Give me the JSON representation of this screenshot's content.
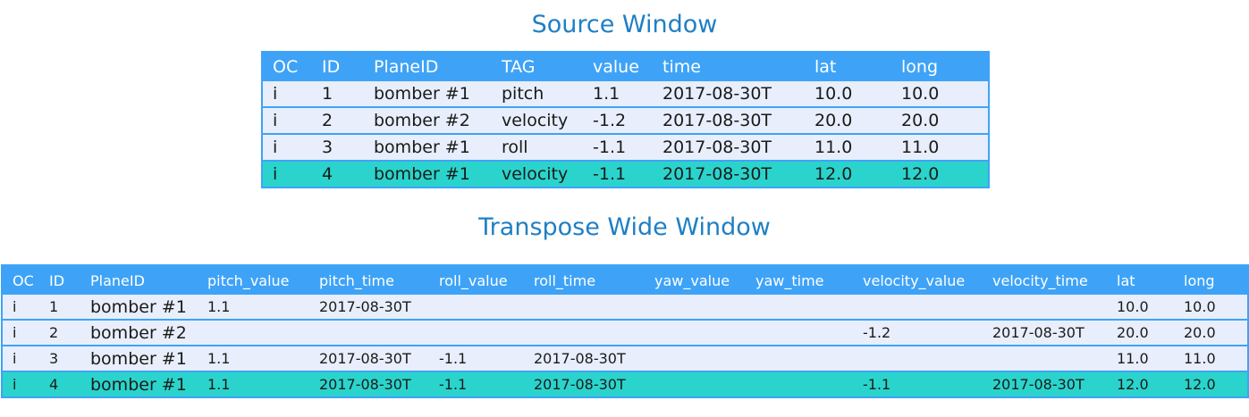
{
  "source_window": {
    "title": "Source Window",
    "columns": [
      "OC",
      "ID",
      "PlaneID",
      "TAG",
      "value",
      "time",
      "lat",
      "long"
    ],
    "rows": [
      [
        "i",
        "1",
        "bomber #1",
        "pitch",
        "1.1",
        "2017-08-30T",
        "10.0",
        "10.0"
      ],
      [
        "i",
        "2",
        "bomber #2",
        "velocity",
        "-1.2",
        "2017-08-30T",
        "20.0",
        "20.0"
      ],
      [
        "i",
        "3",
        "bomber #1",
        "roll",
        "-1.1",
        "2017-08-30T",
        "11.0",
        "11.0"
      ],
      [
        "i",
        "4",
        "bomber #1",
        "velocity",
        "-1.1",
        "2017-08-30T",
        "12.0",
        "12.0"
      ]
    ],
    "highlighted_row": 3
  },
  "transpose_window": {
    "title": "Transpose Wide Window",
    "columns": [
      "OC",
      "ID",
      "PlaneID",
      "pitch_value",
      "pitch_time",
      "roll_value",
      "roll_time",
      "yaw_value",
      "yaw_time",
      "velocity_value",
      "velocity_time",
      "lat",
      "long"
    ],
    "rows": [
      [
        "i",
        "1",
        "bomber #1",
        "1.1",
        "2017-08-30T",
        "",
        "",
        "",
        "",
        "",
        "",
        "10.0",
        "10.0"
      ],
      [
        "i",
        "2",
        "bomber #2",
        "",
        "",
        "",
        "",
        "",
        "",
        "-1.2",
        "2017-08-30T",
        "20.0",
        "20.0"
      ],
      [
        "i",
        "3",
        "bomber #1",
        "1.1",
        "2017-08-30T",
        "-1.1",
        "2017-08-30T",
        "",
        "",
        "",
        "",
        "11.0",
        "11.0"
      ],
      [
        "i",
        "4",
        "bomber #1",
        "1.1",
        "2017-08-30T",
        "-1.1",
        "2017-08-30T",
        "",
        "",
        "-1.1",
        "2017-08-30T",
        "12.0",
        "12.0"
      ]
    ],
    "highlighted_row": 3
  },
  "colors": {
    "title": "#1f7fc4",
    "header_bg": "#3ea3f7",
    "row_bg": "#e8eefb",
    "highlight_bg": "#2ad4cc"
  }
}
